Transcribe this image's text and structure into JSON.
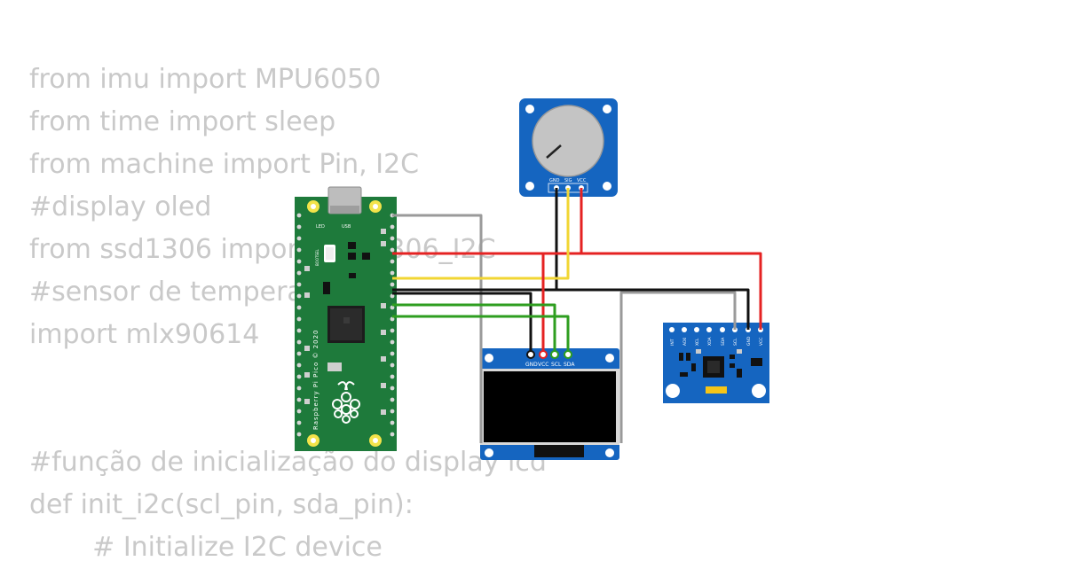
{
  "code_lines": [
    "from imu import MPU6050",
    "from time import sleep",
    "from machine import Pin, I2C",
    "#display oled",
    "from ssd1306 import SSD1306_I2C",
    "#sensor de temperatura",
    "import mlx90614",
    "",
    "",
    "#função de inicialização do display lcd",
    "def init_i2c(scl_pin, sda_pin):",
    "    # Initialize I2C device"
  ],
  "pico": {
    "label_led": "LED",
    "label_usb": "USB",
    "label_bootsel": "BOOTSEL",
    "board_text": "Raspberry Pi Pico © 2020"
  },
  "potentiometer": {
    "pins": [
      "GND",
      "SIG",
      "VCC"
    ]
  },
  "oled": {
    "pins": [
      "GND",
      "VCC",
      "SCL",
      "SDA"
    ]
  },
  "mpu6050": {
    "pins": [
      "INT",
      "AD0",
      "XCL",
      "XDA",
      "SDA",
      "SCL",
      "GND",
      "VCC"
    ]
  },
  "colors": {
    "code_text": "#c9c9c9",
    "pico_green": "#1e7a3b",
    "module_blue": "#1565c0",
    "oled_screen": "#000000",
    "wire_red": "#e52222",
    "wire_black": "#111111",
    "wire_yellow": "#f2d633",
    "wire_green": "#2e9e1f",
    "wire_gray": "#9a9a9a"
  }
}
